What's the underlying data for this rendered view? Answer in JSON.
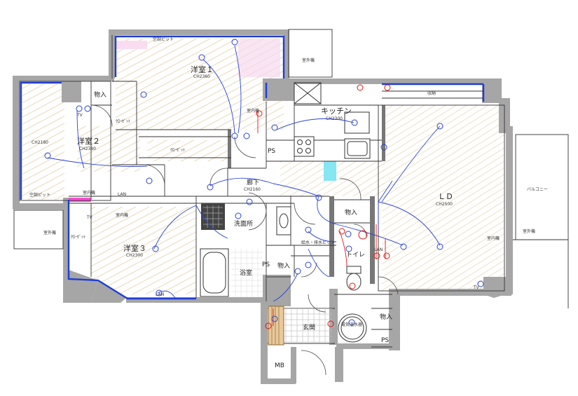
{
  "rooms": {
    "western1": {
      "name": "洋室１",
      "ch": "CH2360"
    },
    "western2": {
      "name": "洋室２",
      "ch": "CH2380"
    },
    "western3": {
      "name": "洋室３",
      "ch": "CH2300"
    },
    "kitchen": {
      "name": "キッチン",
      "ch": "CH2300"
    },
    "ld": {
      "name": "ＬＤ",
      "ch": "CH2500"
    },
    "hallway": {
      "name": "廊下",
      "ch": "CH2160"
    },
    "washroom": {
      "name": "洗面所"
    },
    "bathroom": {
      "name": "浴室"
    },
    "toilet": {
      "name": "トイレ"
    },
    "entrance": {
      "name": "玄関"
    },
    "balcony": {
      "name": "バルコニー"
    }
  },
  "labels": {
    "storage": "物入",
    "closet": "クローゼット",
    "closet_short": "ｸﾛｰｾﾞｯﾄ",
    "ps": "PS",
    "mb": "MB",
    "outdoor_unit": "室外機",
    "indoor_unit": "室内機",
    "water_heater": "電気温水器",
    "ac_pit": "空調ピット",
    "pit_left": "空調ピット",
    "ch2180": "CH2180",
    "tv": "TV",
    "lan": "LAN",
    "counter": "収納",
    "pit_lower": "給水・排水ピット"
  },
  "colors": {
    "wall": "#a9a9a9",
    "blue_line": "#1f3dd6",
    "red_line": "#e01818",
    "hatch": "#e4cfa8",
    "magenta": "#ff3fd0",
    "cyan": "#7fe6f0"
  }
}
